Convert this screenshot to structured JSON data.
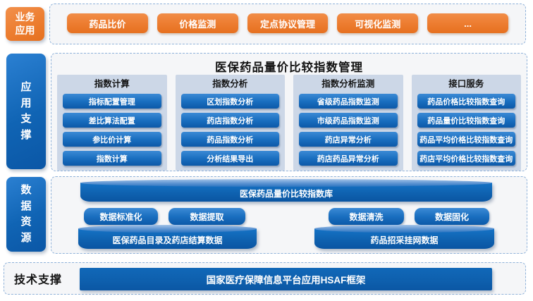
{
  "business": {
    "tag": "业务应用",
    "buttons": [
      "药品比价",
      "价格监测",
      "定点协议管理",
      "可视化监测",
      "..."
    ]
  },
  "app_support": {
    "tag": "应用支撑",
    "title": "医保药品量价比较指数管理",
    "columns": [
      {
        "header": "指数计算",
        "items": [
          "指标配置管理",
          "差比算法配置",
          "参比价计算",
          "指数计算"
        ]
      },
      {
        "header": "指数分析",
        "items": [
          "区划指数分析",
          "药店指数分析",
          "药品指数分析",
          "分析结果导出"
        ]
      },
      {
        "header": "指数分析监测",
        "items": [
          "省级药品指数监测",
          "市级药品指数监测",
          "药店异常分析",
          "药店药品异常分析"
        ]
      },
      {
        "header": "接口服务",
        "items": [
          "药品价格比较指数查询",
          "药品量价比较指数查询",
          "药品平均价格比较指数查询",
          "药店平均价格比较指数查询"
        ]
      }
    ]
  },
  "data_resources": {
    "tag": "数据资源",
    "database": "医保药品量价比较指数库",
    "processes": [
      "数据标准化",
      "数据提取",
      "数据清洗",
      "数据固化"
    ],
    "sources": [
      "医保药品目录及药店结算数据",
      "药品招采挂网数据"
    ]
  },
  "tech_support": {
    "tag": "技术支撑",
    "framework": "国家医疗保障信息平台应用HSAF框架"
  },
  "colors": {
    "orange": "#ED7D31",
    "blue": "#0C59A8",
    "panel_bg": "#CCD7E7",
    "dashed_border": "#8FB2DA"
  }
}
